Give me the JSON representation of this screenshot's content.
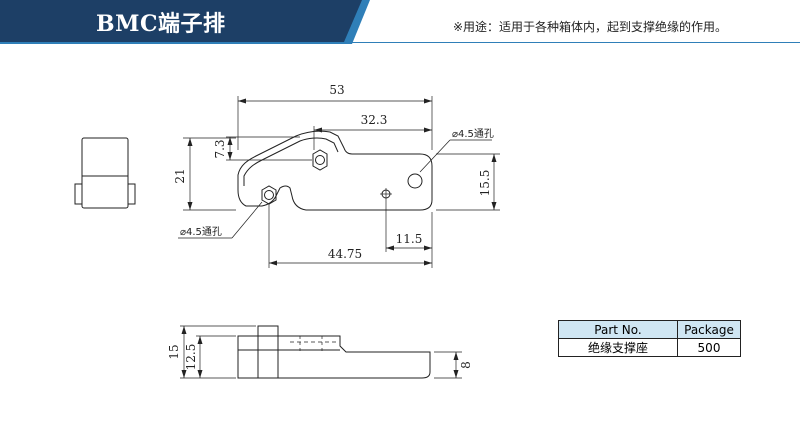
{
  "header": {
    "title": "BMC端子排",
    "note": "※用途：适用于各种箱体内，起到支撑绝缘的作用。"
  },
  "dimensions": {
    "overall_width": "53",
    "hole_offset": "32.3",
    "hole_vertical": "7.3",
    "overall_height": "21",
    "through_hole_top": "⌀4.5通孔",
    "through_hole_bottom": "⌀4.5通孔",
    "right_height": "15.5",
    "right_offset": "11.5",
    "bottom_width": "44.75",
    "side_height": "15",
    "side_inner_height": "12.5",
    "base_height": "8"
  },
  "parts_table": {
    "headers": [
      "Part No.",
      "Package"
    ],
    "row": [
      "绝缘支撑座",
      "500"
    ]
  },
  "colors": {
    "banner_dark": "#1d3f66",
    "banner_accent": "#2f7fb8",
    "table_header": "#cfe6f3"
  }
}
